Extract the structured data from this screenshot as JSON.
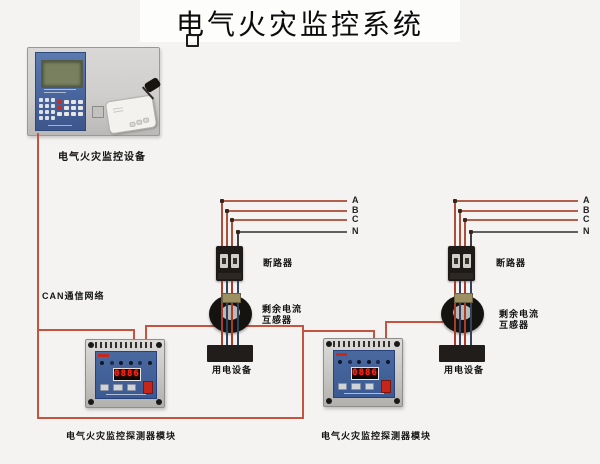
{
  "title": "电气火灾监控系统",
  "controller": {
    "label": "电气火灾监控设备"
  },
  "can_network": {
    "label": "CAN通信网络"
  },
  "colors": {
    "background": "#f4f3f1",
    "can_wire": "#c25440",
    "phase_wire": "#b2604c",
    "neutral_wire": "#606060",
    "module_face_blue": "#3f5f9d",
    "led_display_red": "#ff2318"
  },
  "branches": [
    {
      "breaker_label": "断路器",
      "ct_label_line1": "剩余电流",
      "ct_label_line2": "互感器",
      "load_label": "用电设备",
      "module_label": "电气火灾监控探测器模块",
      "module_display": "0886",
      "phases": [
        "A",
        "B",
        "C",
        "N"
      ]
    },
    {
      "breaker_label": "断路器",
      "ct_label_line1": "剩余电流",
      "ct_label_line2": "互感器",
      "load_label": "用电设备",
      "module_label": "电气火灾监控探测器模块",
      "module_display": "0886",
      "phases": [
        "A",
        "B",
        "C",
        "N"
      ]
    }
  ]
}
